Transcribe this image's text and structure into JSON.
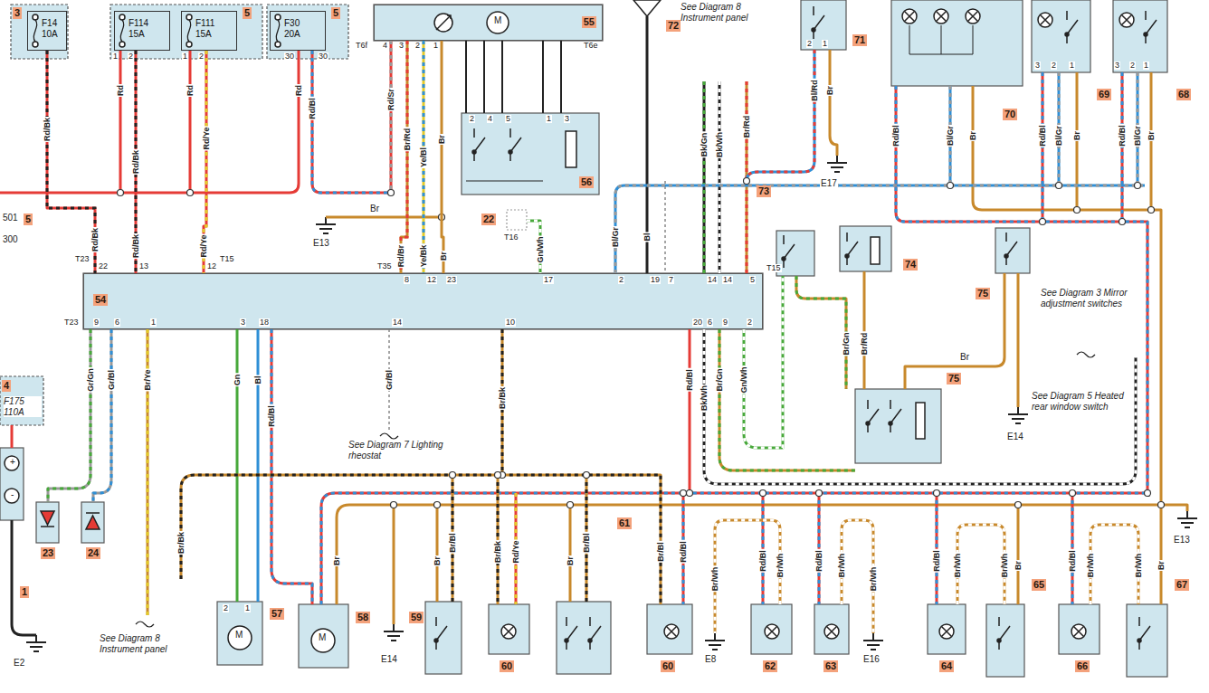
{
  "diagram": {
    "nodes": [
      {
        "text": [
          "F14 10A"
        ]
      },
      {
        "text": [
          "F114 15A"
        ]
      },
      {
        "text": [
          "F111 15A"
        ]
      },
      {
        "text": [
          "F30 20A"
        ]
      },
      {
        "text": [
          "55"
        ]
      },
      {
        "text": [
          "54"
        ]
      }
    ],
    "edges": [
      {
        "from": 0,
        "to": 5,
        "label": "Rd/Bk",
        "arrow": "none"
      },
      {
        "from": 1,
        "to": 5,
        "label": "Rd/Bk",
        "arrow": "none"
      },
      {
        "from": 2,
        "to": 5,
        "label": "Rd/Ye",
        "arrow": "none"
      },
      {
        "from": 4,
        "to": 5,
        "label": "Br/Rd",
        "arrow": "none"
      },
      {
        "from": 4,
        "to": 5,
        "label": "Ye/Bl",
        "arrow": "none"
      },
      {
        "from": 4,
        "to": 5,
        "label": "Br",
        "arrow": "none"
      }
    ],
    "labels": [
      "3",
      "5",
      "5",
      "1",
      "2",
      "1",
      "2",
      "30",
      "30",
      "Rd",
      "Rd",
      "Rd",
      "Rd/Bl",
      "Rd/Bk",
      "Rd/Bk",
      "Rd/Ye",
      "T6f",
      "4",
      "3",
      "2",
      "1",
      "M",
      "Rd/Sr",
      "Rd/Br",
      "Ye/Bk",
      "Br",
      "T6e",
      "2",
      "4",
      "5",
      "1",
      "3",
      "56",
      "22",
      "T16",
      "Gn/Wh",
      "72",
      "See Diagram 8 Instrument panel",
      "Bl",
      "Bl/Gr",
      "Bk/Gn",
      "Bk/Wh",
      "Br/Rd",
      "73",
      "71",
      "2",
      "1",
      "Bl/Rd",
      "Br",
      "E17",
      "70",
      "Rd/Bl",
      "Bl/Gr",
      "Br",
      "69",
      "3",
      "2",
      "1",
      "Rd/Bl",
      "Bl/Gr",
      "Br",
      "68",
      "3",
      "2",
      "1",
      "Rd/Bl",
      "Bl/Gr",
      "Br",
      "E13",
      "Br",
      "501",
      "5",
      "300",
      "T23",
      "22",
      "13",
      "12",
      "T15",
      "T35",
      "8",
      "12",
      "23",
      "17",
      "2",
      "19",
      "7",
      "14",
      "14",
      "5",
      "T15",
      "T23",
      "9",
      "6",
      "1",
      "3",
      "18",
      "14",
      "10",
      "20",
      "6",
      "9",
      "2",
      "4",
      "F175 110A",
      "Gr/Gn",
      "Gr/Bl",
      "Br/Ye",
      "Gn",
      "Bl",
      "Rd/Bl",
      "Gr/Bl",
      "Br/Bk",
      "Rd/Bl",
      "Bk/Wh",
      "Br/Gn",
      "Gn/Wh",
      "See Diagram 7 Lighting rheostat",
      "74",
      "75",
      "75",
      "Br/Gn",
      "Br/Rd",
      "Br",
      "E14",
      "See Diagram 3 Mirror adjustment switches",
      "See Diagram 5 Heated rear window switch",
      "23",
      "24",
      "1",
      "E2",
      "See Diagram 8 Instrument panel",
      "Br/Bk",
      "57",
      "2",
      "1",
      "M",
      "58",
      "M",
      "Br",
      "E14",
      "59",
      "Br",
      "Br/Bl",
      "60",
      "Br/Bk",
      "Rd/Ye",
      "61",
      "Br",
      "Br/Bl",
      "60",
      "Br/Bl",
      "Rd/Bl",
      "E8",
      "Br/Wh",
      "62",
      "Rd/Bl",
      "Br/Wh",
      "63",
      "Rd/Bl",
      "Br/Wh",
      "E16",
      "Br/Wh",
      "64",
      "Rd/Bl",
      "Br/Wh",
      "65",
      "Br/Wh",
      "Br",
      "66",
      "Rd/Bl",
      "Br/Wh",
      "67",
      "Br/Wh",
      "Br",
      "E13",
      "+",
      "-"
    ]
  }
}
